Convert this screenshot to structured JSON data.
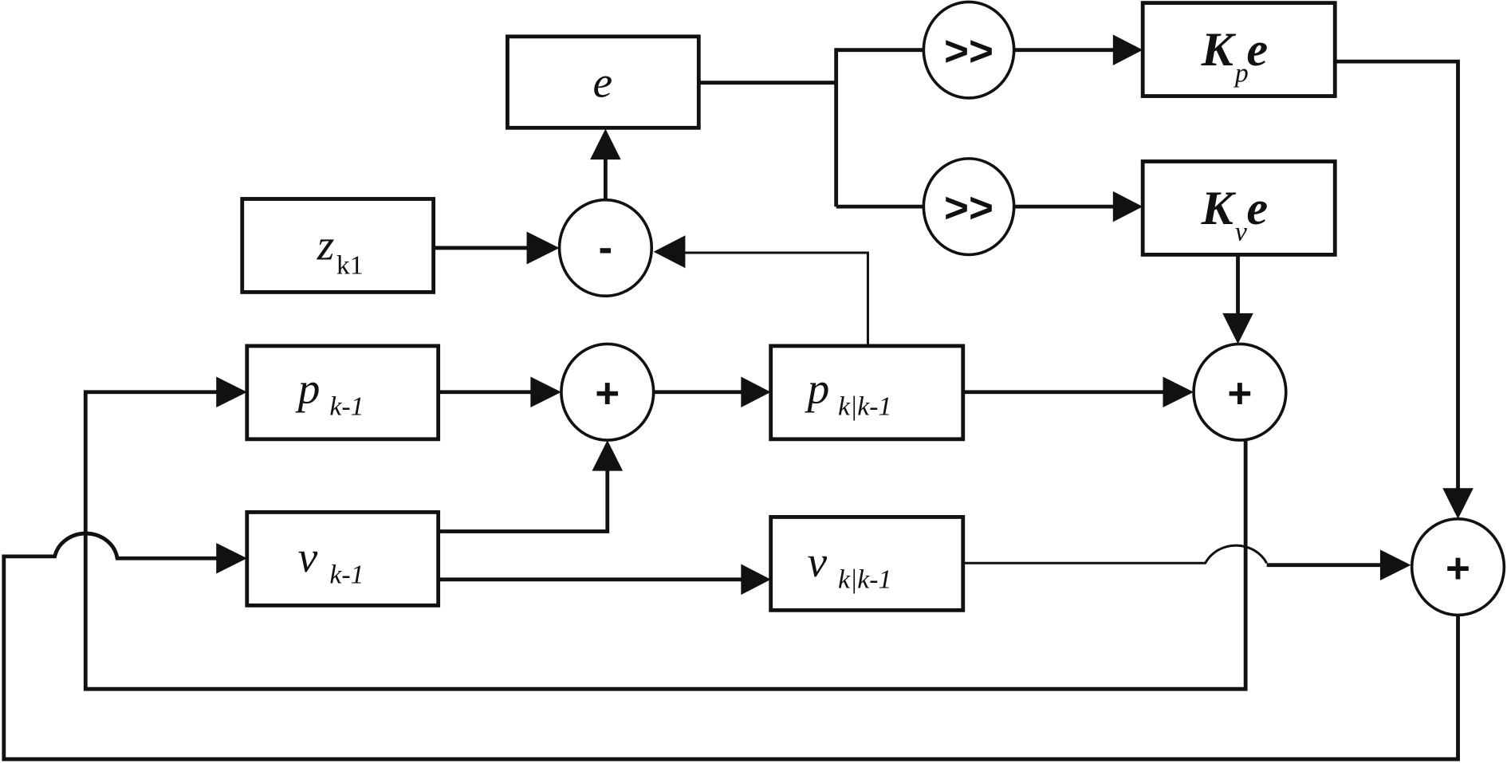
{
  "diagram": {
    "type": "block-diagram",
    "description": "Alpha-beta / Kalman style tracking filter loop",
    "blocks": {
      "e": {
        "main": "e",
        "sub": ""
      },
      "z": {
        "main": "z",
        "sub": "k1"
      },
      "kp": {
        "main": "K",
        "sub": "p",
        "tail": "e"
      },
      "kv": {
        "main": "K",
        "sub": "v",
        "tail": "e"
      },
      "p_prev": {
        "main": "p",
        "sub": "k-1"
      },
      "p_pred": {
        "main": "p",
        "sub": "k|k-1"
      },
      "v_prev": {
        "main": "v",
        "sub": "k-1"
      },
      "v_pred": {
        "main": "v",
        "sub": "k|k-1"
      }
    },
    "operators": {
      "subtract": "-",
      "shift_p": ">>",
      "shift_v": ">>",
      "sum_p": "+",
      "sum_pos": "+",
      "sum_vel": "+"
    },
    "edges": [
      {
        "from": "z",
        "to": "subtract"
      },
      {
        "from": "p_pred",
        "to": "subtract"
      },
      {
        "from": "subtract",
        "to": "e"
      },
      {
        "from": "e",
        "to": "shift_p"
      },
      {
        "from": "e",
        "to": "shift_v"
      },
      {
        "from": "shift_p",
        "to": "kp"
      },
      {
        "from": "shift_v",
        "to": "kv"
      },
      {
        "from": "kp",
        "to": "sum_vel"
      },
      {
        "from": "kv",
        "to": "sum_pos"
      },
      {
        "from": "p_prev",
        "to": "sum_p"
      },
      {
        "from": "v_prev",
        "to": "sum_p"
      },
      {
        "from": "sum_p",
        "to": "p_pred"
      },
      {
        "from": "v_prev",
        "to": "v_pred"
      },
      {
        "from": "p_pred",
        "to": "sum_pos"
      },
      {
        "from": "v_pred",
        "to": "sum_vel"
      },
      {
        "from": "sum_pos",
        "to": "p_prev"
      },
      {
        "from": "sum_vel",
        "to": "v_prev"
      }
    ]
  }
}
